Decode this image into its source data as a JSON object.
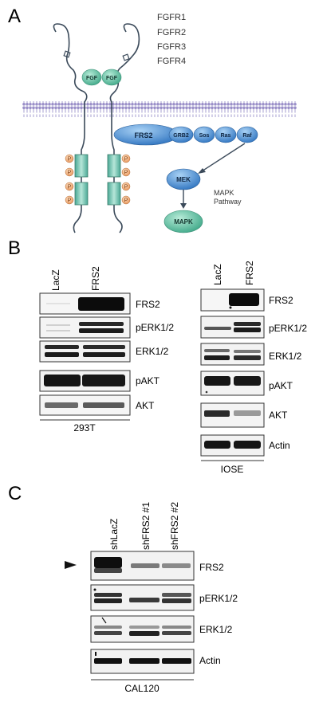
{
  "panel_letters": {
    "a": "A",
    "b": "B",
    "c": "C"
  },
  "panel_a": {
    "receptors": [
      "FGFR1",
      "FGFR2",
      "FGFR3",
      "FGFR4"
    ],
    "ligand": "FGF",
    "phospho": "P",
    "adaptors": [
      "FRS2",
      "GRB2",
      "Sos",
      "Ras",
      "Raf"
    ],
    "mek": "MEK",
    "mapk": "MAPK",
    "pathway_label": [
      "MAPK",
      "Pathway"
    ],
    "colors": {
      "teal": "#63c0a8",
      "blue": "#4f93d6",
      "membrane": "#9a8fc8",
      "phospho": "#f0b07a"
    }
  },
  "panel_b_left": {
    "lanes": [
      "LacZ",
      "FRS2"
    ],
    "rows": [
      "FRS2",
      "pERK1/2",
      "ERK1/2",
      "pAKT",
      "AKT"
    ],
    "cell_line": "293T"
  },
  "panel_b_right": {
    "lanes": [
      "LacZ",
      "FRS2"
    ],
    "rows": [
      "FRS2",
      "pERK1/2",
      "ERK1/2",
      "pAKT",
      "AKT",
      "Actin"
    ],
    "cell_line": "IOSE"
  },
  "panel_c": {
    "lanes": [
      "shLacZ",
      "shFRS2 #1",
      "shFRS2 #2"
    ],
    "rows": [
      "FRS2",
      "pERK1/2",
      "ERK1/2",
      "Actin"
    ],
    "cell_line": "CAL120"
  }
}
